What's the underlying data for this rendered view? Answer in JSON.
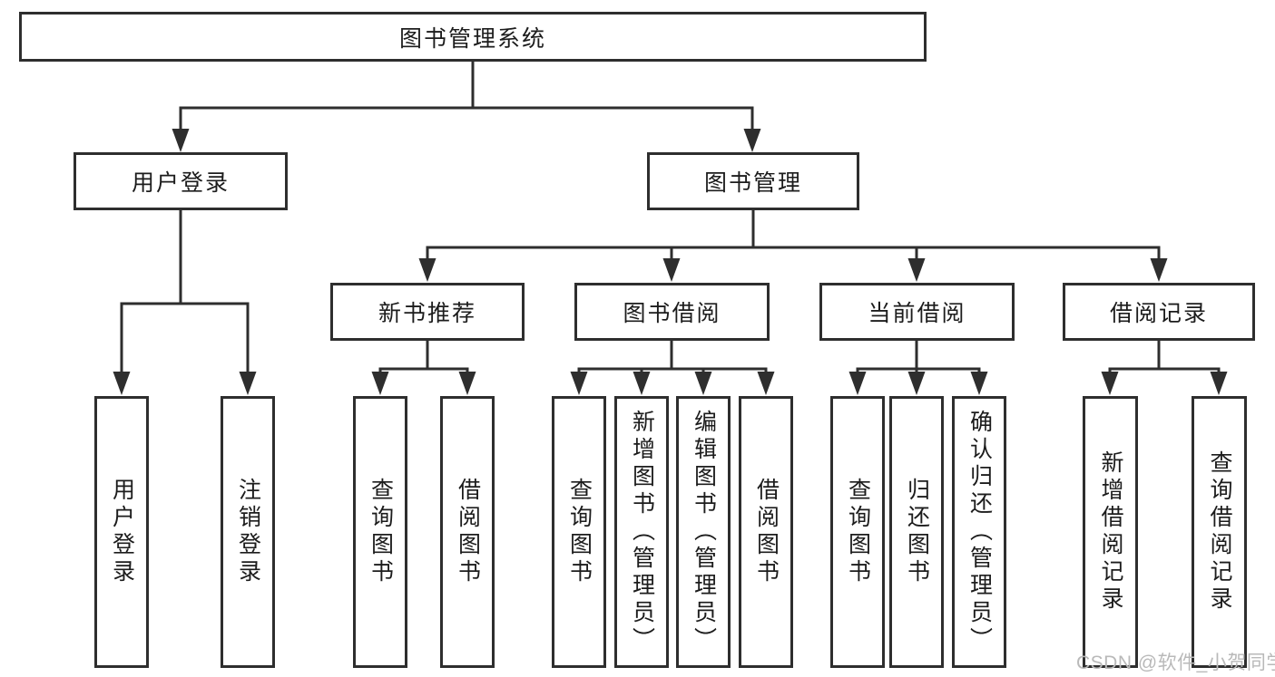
{
  "colors": {
    "line": "#2e2e2e",
    "text": "#1c1c1c",
    "box_background": "#ffffff",
    "page_background": "#ffffff",
    "watermark_text": "#b9b9b9"
  },
  "watermark": {
    "text": "CSDN @软件_小贺同学"
  },
  "diagram": {
    "type": "hierarchy-tree",
    "root": {
      "label": "图书管理系统"
    },
    "branches": [
      {
        "label": "用户登录",
        "children": [
          {
            "label": "用户登录"
          },
          {
            "label": "注销登录"
          }
        ]
      },
      {
        "label": "图书管理",
        "children": [
          {
            "label": "新书推荐",
            "children": [
              {
                "label": "查询图书"
              },
              {
                "label": "借阅图书"
              }
            ]
          },
          {
            "label": "图书借阅",
            "children": [
              {
                "label": "查询图书"
              },
              {
                "label": "新增图书（管理员）"
              },
              {
                "label": "编辑图书（管理员）"
              },
              {
                "label": "借阅图书"
              }
            ]
          },
          {
            "label": "当前借阅",
            "children": [
              {
                "label": "查询图书"
              },
              {
                "label": "归还图书"
              },
              {
                "label": "确认归还（管理员）"
              }
            ]
          },
          {
            "label": "借阅记录",
            "children": [
              {
                "label": "新增借阅记录"
              },
              {
                "label": "查询借阅记录"
              }
            ]
          }
        ]
      }
    ]
  }
}
